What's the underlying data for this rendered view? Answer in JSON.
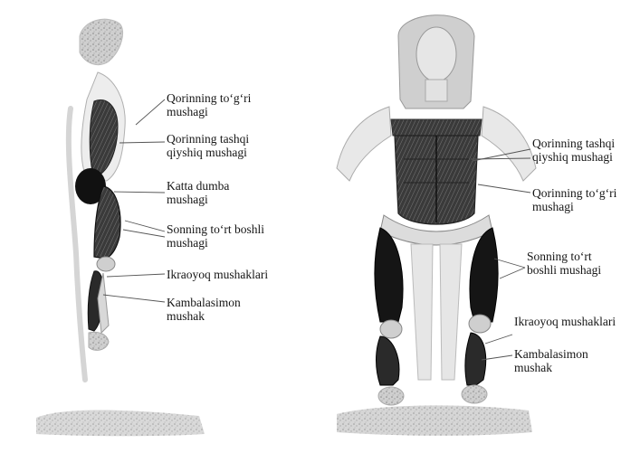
{
  "side_figure": {
    "labels": {
      "l1": [
        "Qorinning to‘g‘ri",
        "mushagi"
      ],
      "l2": [
        "Qorinning tashqi",
        "qiyshiq mushagi"
      ],
      "l3": [
        "Katta dumba",
        "mushagi"
      ],
      "l4": [
        "Sonning to‘rt boshli",
        "mushagi"
      ],
      "l5": [
        "Ikraoyoq mushaklari"
      ],
      "l6": [
        "Kambalasimon",
        "mushak"
      ]
    }
  },
  "front_figure": {
    "labels": {
      "r1": [
        "Qorinning tashqi",
        "qiyshiq mushagi"
      ],
      "r2": [
        "Qorinning to‘g‘ri",
        "mushagi"
      ],
      "r3": [
        "Sonning to‘rt",
        "boshli mushagi"
      ],
      "r4": [
        "Ikraoyoq mushaklari"
      ],
      "r5": [
        "Kambalasimon",
        "mushak"
      ]
    }
  },
  "colors": {
    "muscle_dark": "#1a1a1a",
    "muscle_mid": "#555555",
    "skin": "#e4e4e4",
    "outline": "#9a9a9a",
    "leader": "#555555"
  }
}
